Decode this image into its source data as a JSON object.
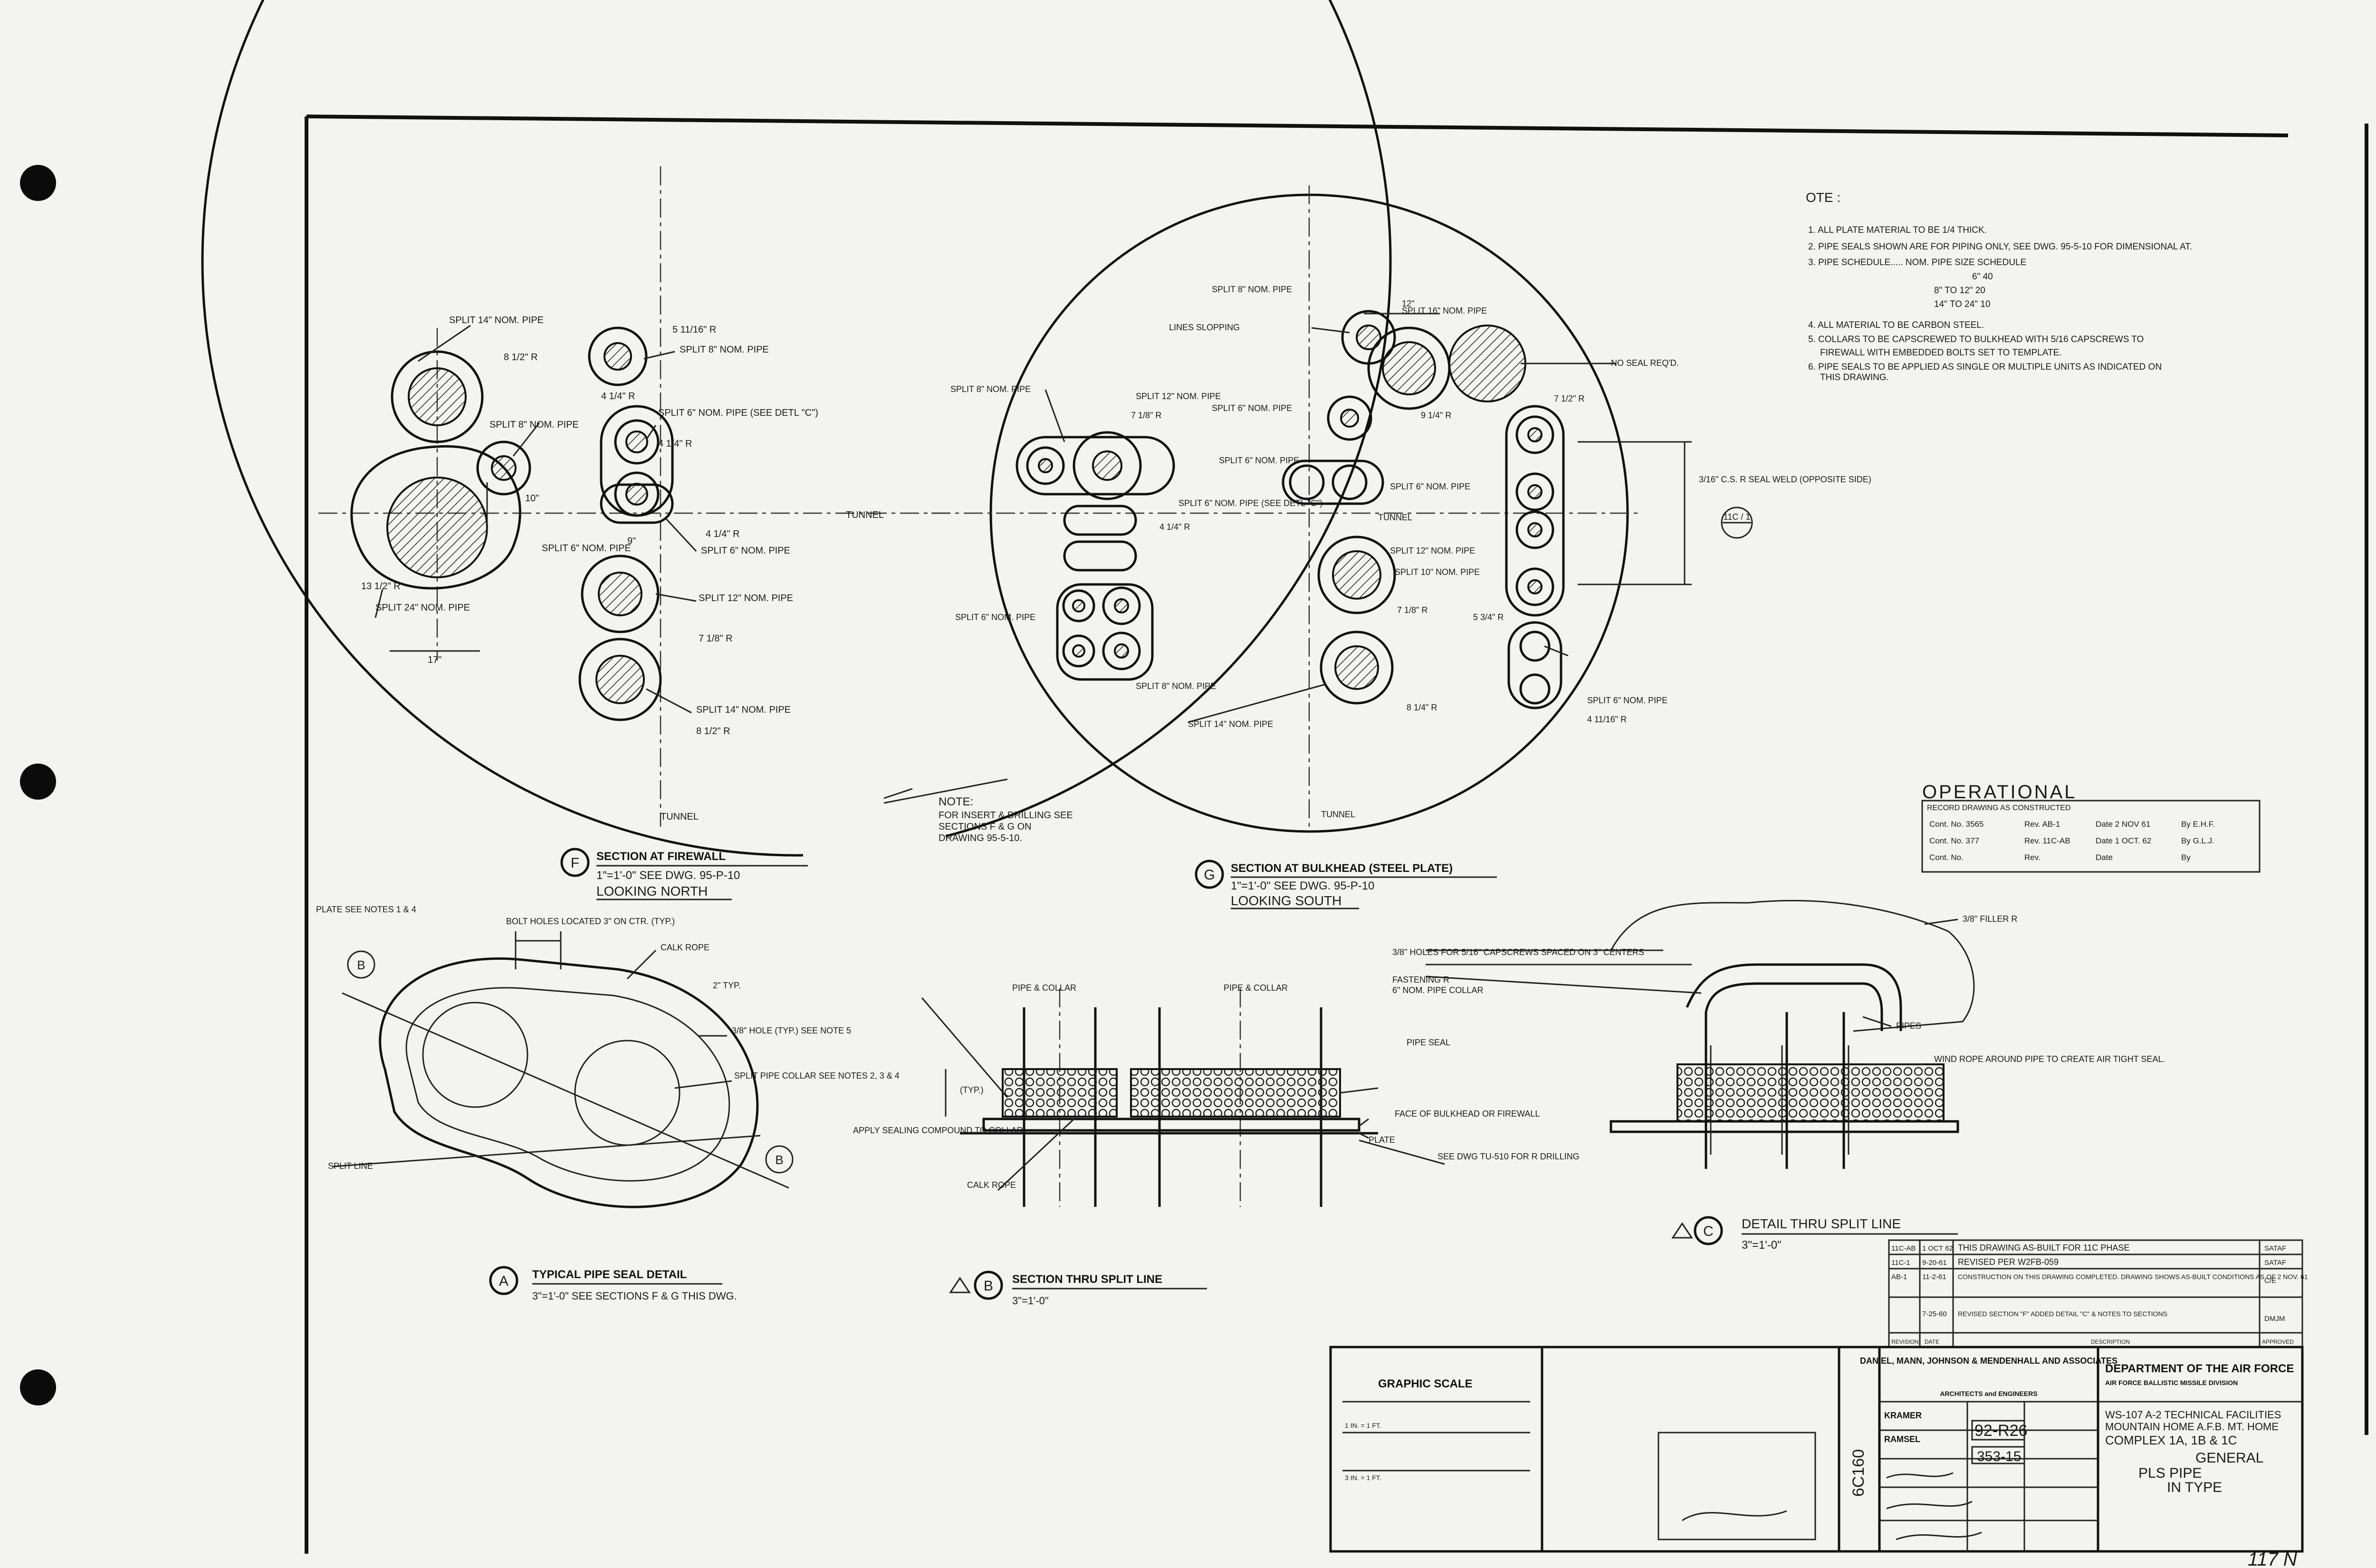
{
  "notes": {
    "heading": "OTE :",
    "items": [
      "1. ALL PLATE MATERIAL TO BE 1/4 THICK.",
      "2. PIPE SEALS SHOWN ARE FOR PIPING ONLY, SEE DWG. 95-5-10 FOR DIMENSIONAL AT.",
      "3. PIPE SCHEDULE..... NOM. PIPE SIZE     SCHEDULE",
      "6\"     40",
      "8\" TO 12\"     20",
      "14\" TO 24\"     10",
      "4. ALL MATERIAL TO BE CARBON STEEL.",
      "5. COLLARS TO BE CAPSCREWED TO BULKHEAD WITH 5/16 CAPSCREWS TO",
      "FIREWALL WITH EMBEDDED BOLTS SET TO TEMPLATE.",
      "6. PIPE SEALS TO BE APPLIED AS SINGLE OR MULTIPLE UNITS AS INDICATED ON",
      "THIS DRAWING."
    ]
  },
  "section_f": {
    "letter": "F",
    "title": "SECTION AT FIREWALL",
    "scale": "1\"=1'-0\" SEE DWG. 95-P-10",
    "view": "LOOKING NORTH",
    "labels": [
      "SPLIT 14\" NOM. PIPE",
      "8 1/2\" R",
      "SPLIT 8\" NOM. PIPE",
      "5 11/16\" R",
      "SPLIT 8\" NOM. PIPE",
      "4 1/4\" R",
      "SPLIT 6\" NOM. PIPE (SEE DETL \"C\")",
      "4 1/4\" R",
      "SPLIT 6\" NOM. PIPE",
      "4 1/4\" R",
      "SPLIT 6\" NOM. PIPE",
      "13 1/2\" R",
      "SPLIT 24\" NOM. PIPE",
      "SPLIT 12\" NOM. PIPE",
      "7 1/8\" R",
      "SPLIT 14\" NOM. PIPE",
      "8 1/2\" R",
      "TUNNEL",
      "TUNNEL",
      "17\"",
      "9\"",
      "10\""
    ]
  },
  "section_g": {
    "letter": "G",
    "title": "SECTION AT BULKHEAD (STEEL PLATE)",
    "scale": "1\"=1'-0\" SEE DWG. 95-P-10",
    "view": "LOOKING SOUTH",
    "labels": [
      "SPLIT 8\" NOM. PIPE",
      "LINES SLOPPING",
      "SPLIT 16\" NOM. PIPE",
      "NO SEAL REQ'D.",
      "SPLIT 8\" NOM. PIPE",
      "SPLIT 12\" NOM. PIPE",
      "7 1/8\" R",
      "SPLIT 6\" NOM. PIPE",
      "9 1/4\" R",
      "SPLIT 6\" NOM. PIPE",
      "SPLIT 6\" NOM. PIPE (SEE DETL \"C\")",
      "4 1/4\" R",
      "SPLIT 6\" NOM. PIPE",
      "TUNNEL",
      "SPLIT 12\" NOM. PIPE",
      "SPLIT 10\" NOM. PIPE",
      "7 1/8\" R",
      "SPLIT 6\" NOM. PIPE",
      "SPLIT 8\" NOM. PIPE",
      "SPLIT 14\" NOM. PIPE",
      "8 1/4\" R",
      "SPLIT 6\" NOM. PIPE",
      "4 11/16\" R",
      "3/16\" C.S. R SEAL WELD (OPPOSITE SIDE)",
      "TUNNEL",
      "12\"",
      "7 1/2\" R",
      "5 3/4\" R"
    ],
    "callout": "11C / 1"
  },
  "note_box": {
    "title": "NOTE:",
    "lines": [
      "FOR INSERT & DRILLING SEE",
      "SECTIONS F & G ON",
      "DRAWING 95-5-10."
    ]
  },
  "operational": {
    "title": "OPERATIONAL",
    "subtitle": "RECORD DRAWING AS CONSTRUCTED",
    "rows": [
      {
        "cont": "Cont. No. 3565",
        "rev": "Rev. AB-1",
        "date": "Date 2 NOV 61",
        "by": "By E.H.F."
      },
      {
        "cont": "Cont. No. 377",
        "rev": "Rev. 11C-AB",
        "date": "Date 1 OCT. 62",
        "by": "By G.L.J."
      },
      {
        "cont": "Cont. No.",
        "rev": "Rev.",
        "date": "Date",
        "by": "By"
      }
    ]
  },
  "detail_a": {
    "letter": "A",
    "title": "TYPICAL PIPE SEAL DETAIL",
    "scale": "3\"=1'-0\" SEE SECTIONS F & G THIS DWG.",
    "labels": [
      "PLATE SEE NOTES 1 & 4",
      "BOLT HOLES LOCATED 3\" ON CTR. (TYP.)",
      "CALK ROPE",
      "3/8\" HOLE (TYP.) SEE NOTE 5",
      "SPLIT PIPE COLLAR SEE NOTES 2, 3 & 4",
      "SPLIT LINE",
      "2\" TYP."
    ],
    "markers": [
      "B",
      "B"
    ]
  },
  "section_b": {
    "letter": "B",
    "title": "SECTION THRU SPLIT LINE",
    "scale": "3\"=1'-0\"",
    "labels": [
      "PIPE & COLLAR",
      "PIPE & COLLAR",
      "PIPE SEAL",
      "FACE OF BULKHEAD OR FIREWALL",
      "PLATE",
      "SEE DWG TU-510 FOR R DRILLING",
      "APPLY SEALING COMPOUND TO COLLAR",
      "CALK ROPE",
      "(TYP.)"
    ]
  },
  "detail_c": {
    "letter": "C",
    "title": "DETAIL THRU SPLIT LINE",
    "scale": "3\"=1'-0\"",
    "labels": [
      "3/8\" FILLER R",
      "3/8\" HOLES FOR 5/16\" CAPSCREWS SPACED ON 3\" CENTERS",
      "FASTENING R",
      "6\" NOM. PIPE COLLAR",
      "PIPES",
      "WIND ROPE AROUND PIPE TO CREATE AIR TIGHT SEAL."
    ]
  },
  "revisions": {
    "rows": [
      {
        "sym": "11C-AB",
        "date": "1 OCT 62",
        "desc": "THIS DRAWING AS-BUILT FOR 11C PHASE",
        "by": "SATAF"
      },
      {
        "sym": "11C-1",
        "date": "9-20-61",
        "desc": "REVISED PER W2FB-059",
        "by": "SATAF"
      },
      {
        "sym": "AB-1",
        "date": "11-2-61",
        "desc": "CONSTRUCTION ON THIS DRAWING COMPLETED. DRAWING SHOWS AS-BUILT CONDITIONS AS OF 2 NOV. 61",
        "by": "C/E"
      },
      {
        "sym": "",
        "date": "7-25-60",
        "desc": "REVISED SECTION \"F\" ADDED DETAIL \"C\" & NOTES TO SECTIONS",
        "by": "DMJM"
      }
    ],
    "headers": [
      "REVISION",
      "DATE",
      "DESCRIPTION",
      "APPROVED"
    ]
  },
  "title_block": {
    "firm": "DANIEL, MANN, JOHNSON & MENDENHALL AND ASSOCIATES",
    "firm_sub": "ARCHITECTS and ENGINEERS",
    "dept": "DEPARTMENT OF THE AIR FORCE",
    "dept_sub": "AIR FORCE BALLISTIC MISSILE DIVISION",
    "project1": "WS-107 A-2 TECHNICAL FACILITIES",
    "project2": "MOUNTAIN HOME A.F.B. MT. HOME",
    "project3": "COMPLEX 1A, 1B & 1C",
    "dwg_title1": "GENERAL",
    "dwg_title2": "PLS PIPE",
    "dwg_title3": "IN TYPE",
    "dwg_no": "92-R26",
    "sheet_no": "353-15",
    "side_no": "6C160",
    "graphic_scale": "GRAPHIC SCALE",
    "scale1": "1 IN. = 1 FT.",
    "scale3": "3 IN. = 1 FT.",
    "names": [
      "KRAMER",
      "RAMSEL"
    ]
  },
  "page_number": "117 N"
}
